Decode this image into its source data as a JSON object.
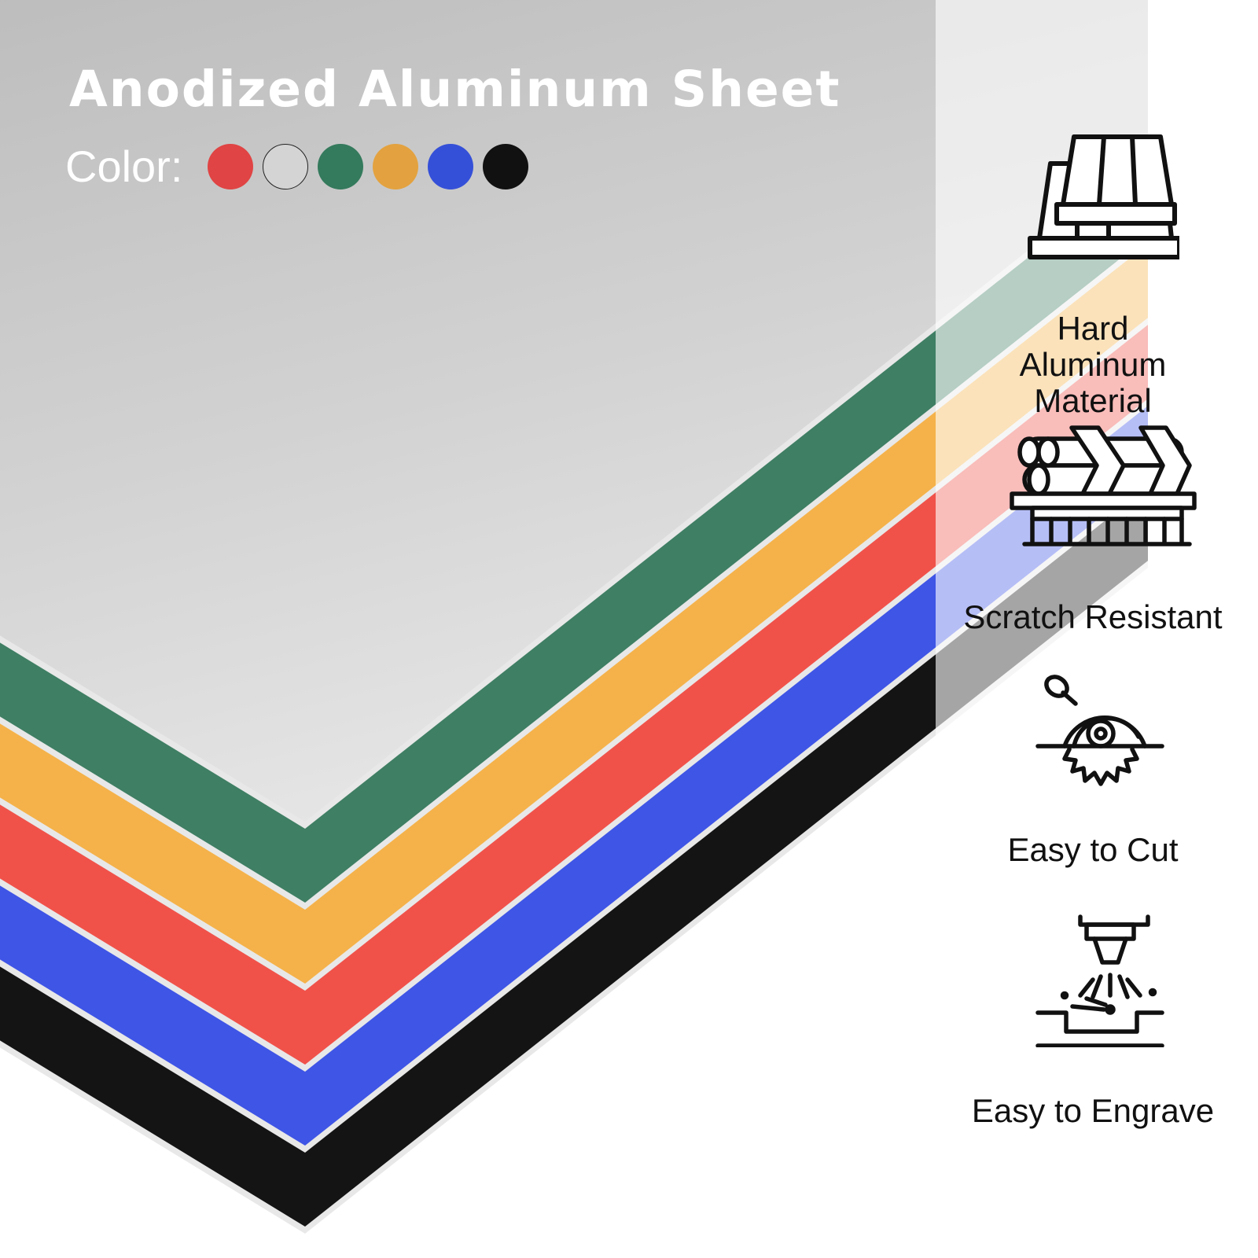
{
  "header": {
    "title": "Anodized Aluminum Sheet",
    "color_label": "Color:"
  },
  "swatches": [
    {
      "name": "red",
      "color": "#e04444"
    },
    {
      "name": "silver",
      "color": "#d4d4d4"
    },
    {
      "name": "green",
      "color": "#347a5c"
    },
    {
      "name": "gold",
      "color": "#e3a23f"
    },
    {
      "name": "blue",
      "color": "#3550d8"
    },
    {
      "name": "black",
      "color": "#111111"
    }
  ],
  "sheets": [
    {
      "name": "black",
      "color": "#141414"
    },
    {
      "name": "blue",
      "color": "#3f55e6"
    },
    {
      "name": "red",
      "color": "#f0524a"
    },
    {
      "name": "gold",
      "color": "#f5b24a"
    },
    {
      "name": "green",
      "color": "#3f7f64"
    },
    {
      "name": "silver",
      "color": "#d6d6d6"
    }
  ],
  "features": [
    {
      "label": "Hard Aluminum Material",
      "icon": "stacked-plates-icon"
    },
    {
      "label": "Scratch Resistant",
      "icon": "metal-bars-icon"
    },
    {
      "label": "Easy to Cut",
      "icon": "circular-saw-icon"
    },
    {
      "label": "Easy to Engrave",
      "icon": "laser-engraver-icon"
    }
  ]
}
